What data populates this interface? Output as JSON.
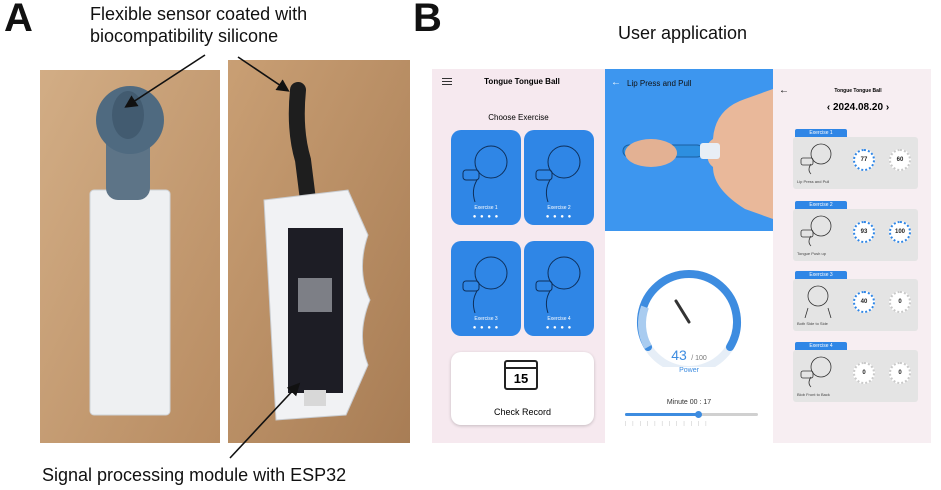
{
  "panel_a": {
    "letter": "A",
    "sensor_caption_line1": "Flexible sensor coated with",
    "sensor_caption_line2": "biocompatibility silicone",
    "module_caption": "Signal processing module with ESP32"
  },
  "panel_b": {
    "letter": "B",
    "title": "User application"
  },
  "screen1": {
    "app_title": "Tongue Tongue Ball",
    "subtitle": "Choose Exercise",
    "exercises": [
      "Exercise 1",
      "Exercise 2",
      "Exercise 3",
      "Exercise 4"
    ],
    "calendar_day": "15",
    "check_record": "Check Record"
  },
  "screen2": {
    "title": "Lip Press and Pull",
    "power_value": "43",
    "power_max": "/ 100",
    "power_label": "Power",
    "timer_label": "Minute 00 : 17",
    "slider_progress": 0.55
  },
  "screen3": {
    "app_title": "Tongue Tongue Ball",
    "date": "2024.08.20",
    "records": [
      {
        "tag": "Exercise 1",
        "name": "Lip Press and Pull",
        "score": "77",
        "count": "60"
      },
      {
        "tag": "Exercise 2",
        "name": "Tongue Push up",
        "score": "93",
        "count": "100"
      },
      {
        "tag": "Exercise 3",
        "name": "Both Side to Side",
        "score": "40",
        "count": "0"
      },
      {
        "tag": "Exercise 4",
        "name": "Blob Front to Back",
        "score": "0",
        "count": "0"
      }
    ]
  },
  "colors": {
    "accent": "#2f86e6",
    "screen_bg": "#f6e9ef"
  }
}
